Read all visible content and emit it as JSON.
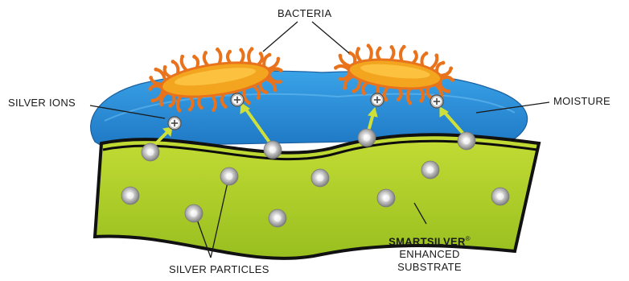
{
  "labels": {
    "bacteria": "BACTERIA",
    "silver_ions": "SILVER IONS",
    "moisture": "MOISTURE",
    "silver_particles": "SILVER PARTICLES",
    "brand": "SMARTSILVER",
    "registered": "®",
    "enhanced": "ENHANCED",
    "substrate": "SUBSTRATE"
  },
  "colors": {
    "substrate_fill": "#b4d12b",
    "moisture_fill": "#2f8fd6",
    "bacteria_body": "#f3a51f",
    "arrow": "#cfe03a",
    "outline": "#111111"
  },
  "icons": {
    "silver_ion": "plus-in-circle",
    "silver_particle": "grey-sphere"
  }
}
